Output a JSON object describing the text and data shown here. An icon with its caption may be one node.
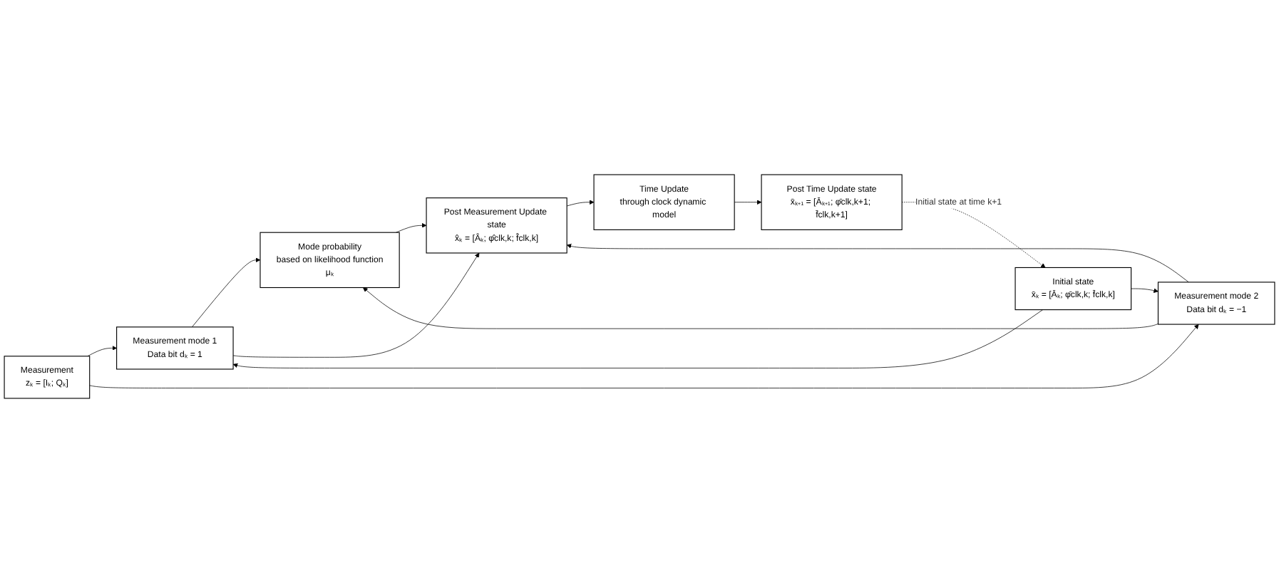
{
  "diagram": {
    "nodes": [
      {
        "text": [
          "Initial state",
          "x̄ₖ = [Āₖ; φ̄clk,k; f̄clk,k]"
        ]
      },
      {
        "text": [
          "Measurement mode 1",
          "Data bit dₖ = 1"
        ]
      },
      {
        "text": [
          "Measurement",
          "zₖ = [Iₖ; Qₖ]"
        ]
      },
      {
        "text": [
          "Measurement mode 2",
          "Data bit dₖ = −1"
        ]
      },
      {
        "text": [
          "Mode probability",
          "based on likelihood function",
          "μₖ"
        ]
      },
      {
        "text": [
          "Post Measurement Update state",
          "x̂ₖ = [Âₖ; φ̂clk,k; f̂clk,k]"
        ]
      },
      {
        "text": [
          "Post Time Update state",
          "x̄ₖ₊₁ = [Āₖ₊₁; φ̄clk,k+1; f̄clk,k+1]"
        ]
      },
      {
        "text": [
          "Time Update",
          "through clock dynamic model"
        ]
      }
    ],
    "edges": [
      {
        "from": 0,
        "to": 1,
        "arrow": "to"
      },
      {
        "from": 0,
        "to": 3,
        "arrow": "to"
      },
      {
        "from": 2,
        "to": 1,
        "arrow": "to"
      },
      {
        "from": 2,
        "to": 3,
        "arrow": "to"
      },
      {
        "from": 1,
        "to": 4,
        "arrow": "to"
      },
      {
        "from": 3,
        "to": 4,
        "arrow": "to"
      },
      {
        "from": 1,
        "to": 5,
        "arrow": "to"
      },
      {
        "from": 3,
        "to": 5,
        "arrow": "to"
      },
      {
        "from": 4,
        "to": 5,
        "arrow": "to"
      },
      {
        "from": 5,
        "to": 7,
        "arrow": "to"
      },
      {
        "from": 7,
        "to": 6,
        "arrow": "to"
      },
      {
        "from": 6,
        "to": 0,
        "arrow": "to",
        "style": "dashed",
        "label": "Initial state at time k+1"
      }
    ]
  }
}
